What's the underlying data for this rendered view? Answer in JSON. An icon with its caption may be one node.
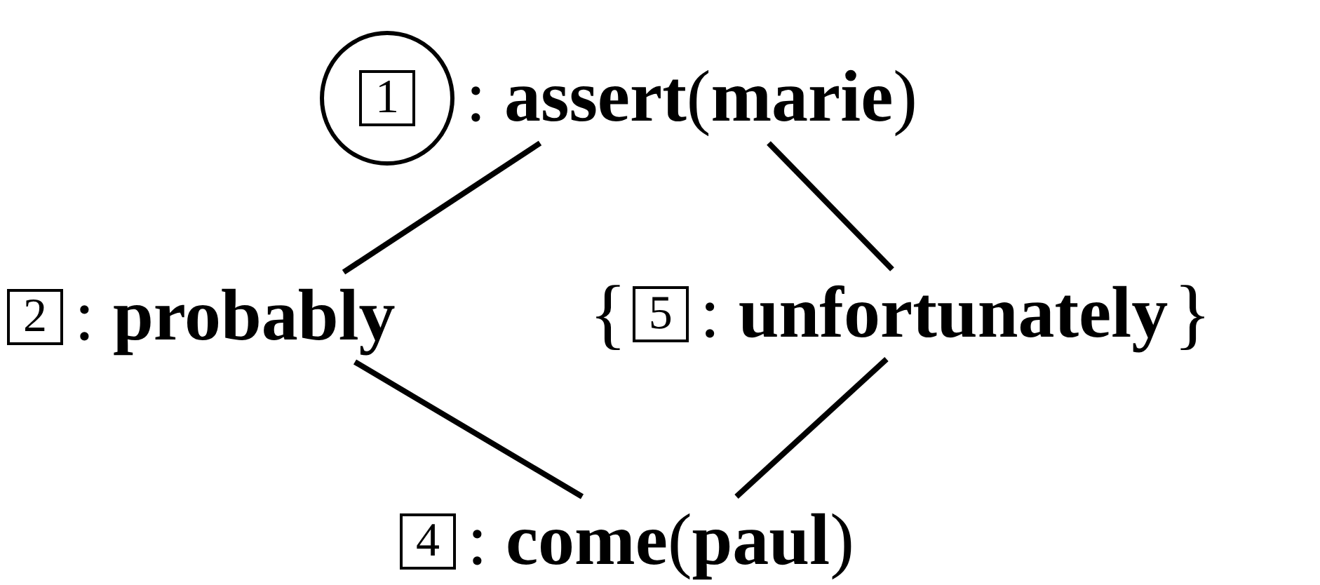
{
  "diagram": {
    "nodes": [
      {
        "text": [],
        "shape": "circle"
      },
      {
        "text": [
          "1"
        ],
        "in": 0
      },
      {
        "text": [
          ": **assert**(**marie**)"
        ]
      },
      {
        "text": [
          "2"
        ]
      },
      {
        "text": [
          ": **probably**"
        ]
      },
      {
        "text": [
          "5"
        ]
      },
      {
        "text": [
          ": **unfortunately**"
        ]
      },
      {
        "text": [
          "4"
        ]
      },
      {
        "text": [
          ": **come**(**paul**)"
        ]
      }
    ],
    "edges": [
      {
        "from": 2,
        "to": 4,
        "arrow": "none"
      },
      {
        "from": 2,
        "to": 6,
        "arrow": "none"
      },
      {
        "from": 4,
        "to": 8,
        "arrow": "none"
      },
      {
        "from": 6,
        "to": 8,
        "arrow": "none"
      }
    ],
    "labels": [
      "{",
      "}"
    ]
  }
}
